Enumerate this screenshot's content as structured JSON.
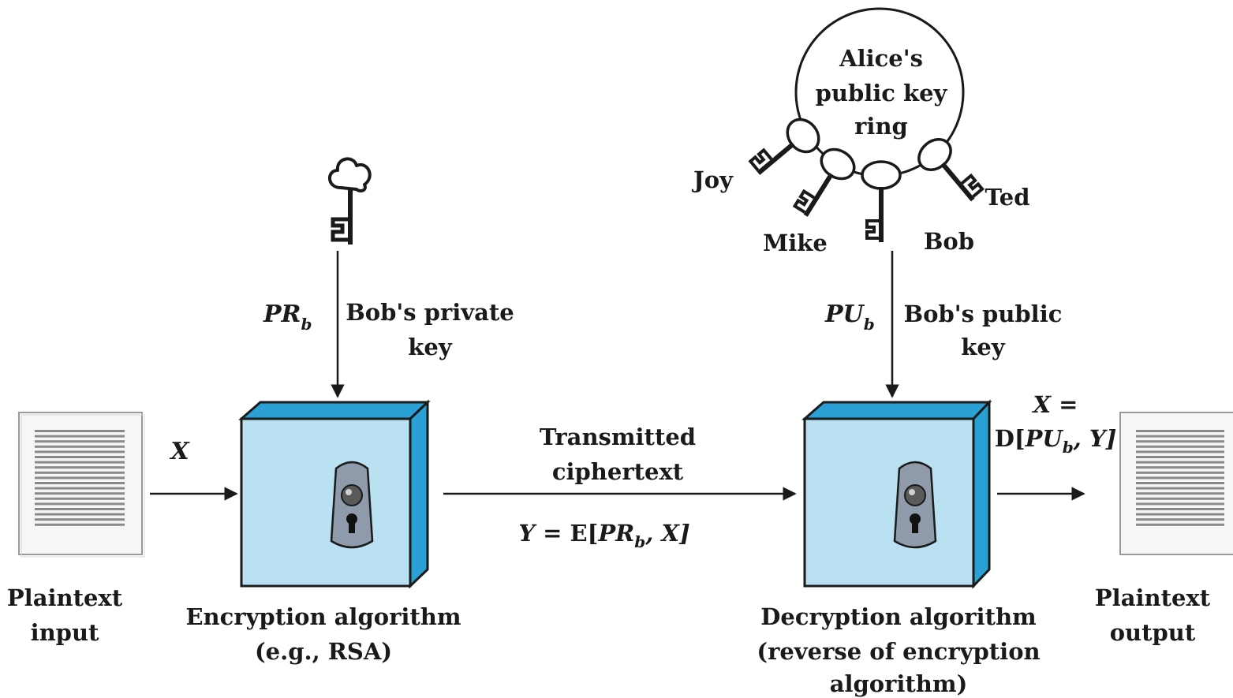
{
  "colors": {
    "box_front": "#b9e1f1",
    "box_side": "#2aa0d4",
    "outline": "#1a1a1a",
    "doc_fill": "#f6f6f6",
    "doc_lines": "#8a8a8a",
    "lock_plate": "#8f9aaa"
  },
  "icons": [
    "document-icon",
    "key-icon",
    "keyhole-lock-icon",
    "key-ring-icon"
  ],
  "left": {
    "plaintext_input": [
      "Plaintext",
      "input"
    ],
    "x_label": "X"
  },
  "encryption": {
    "key_symbol": {
      "base": "PR",
      "sub": "b"
    },
    "key_desc": [
      "Bob's private",
      "key"
    ],
    "title": [
      "Encryption algorithm",
      "(e.g., RSA)"
    ]
  },
  "transmission": {
    "label": [
      "Transmitted",
      "ciphertext"
    ],
    "formula": {
      "lhs": "Y",
      "eq": " = E[",
      "base": "PR",
      "sub": "b",
      "rest": ", X]"
    }
  },
  "keyring": {
    "title": [
      "Alice's",
      "public key",
      "ring"
    ],
    "names": {
      "joy": "Joy",
      "mike": "Mike",
      "bob": "Bob",
      "ted": "Ted"
    }
  },
  "decryption": {
    "key_symbol": {
      "base": "PU",
      "sub": "b"
    },
    "key_desc": [
      "Bob's public",
      "key"
    ],
    "title": [
      "Decryption algorithm",
      "(reverse of encryption",
      "algorithm)"
    ]
  },
  "right": {
    "output_formula_top": "X =",
    "output_formula": {
      "pre": "D[",
      "base": "PU",
      "sub": "b",
      "rest": ", Y]"
    },
    "plaintext_output": [
      "Plaintext",
      "output"
    ]
  }
}
